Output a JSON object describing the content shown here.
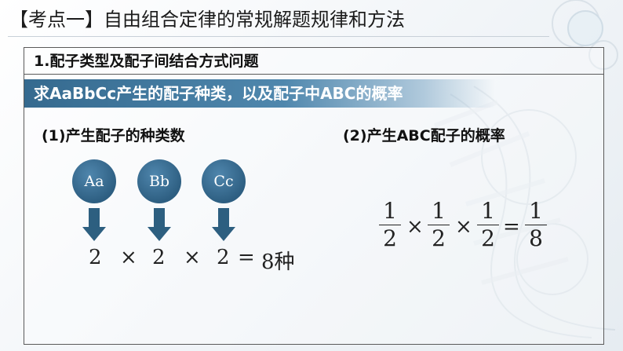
{
  "slide": {
    "title": "【考点一】自由组合定律的常规解题规律和方法"
  },
  "section": {
    "heading": "1.配子类型及配子间结合方式问题",
    "question": "求AaBbCc产生的配子种类，以及配子中ABC的概率"
  },
  "part1": {
    "subtitle": "(1)产生配子的种类数",
    "genes": [
      "Aa",
      "Bb",
      "Cc"
    ],
    "counts": [
      "2",
      "2",
      "2"
    ],
    "times": "×",
    "equals": "=",
    "result": "8种"
  },
  "part2": {
    "subtitle": "(2)产生ABC配子的概率",
    "factors": [
      {
        "num": "1",
        "den": "2"
      },
      {
        "num": "1",
        "den": "2"
      },
      {
        "num": "1",
        "den": "2"
      }
    ],
    "times": "×",
    "equals": "=",
    "result": {
      "num": "1",
      "den": "8"
    }
  },
  "colors": {
    "accent": "#356a8f",
    "circle": "#2e5f82",
    "arrow": "#2d5f80"
  }
}
